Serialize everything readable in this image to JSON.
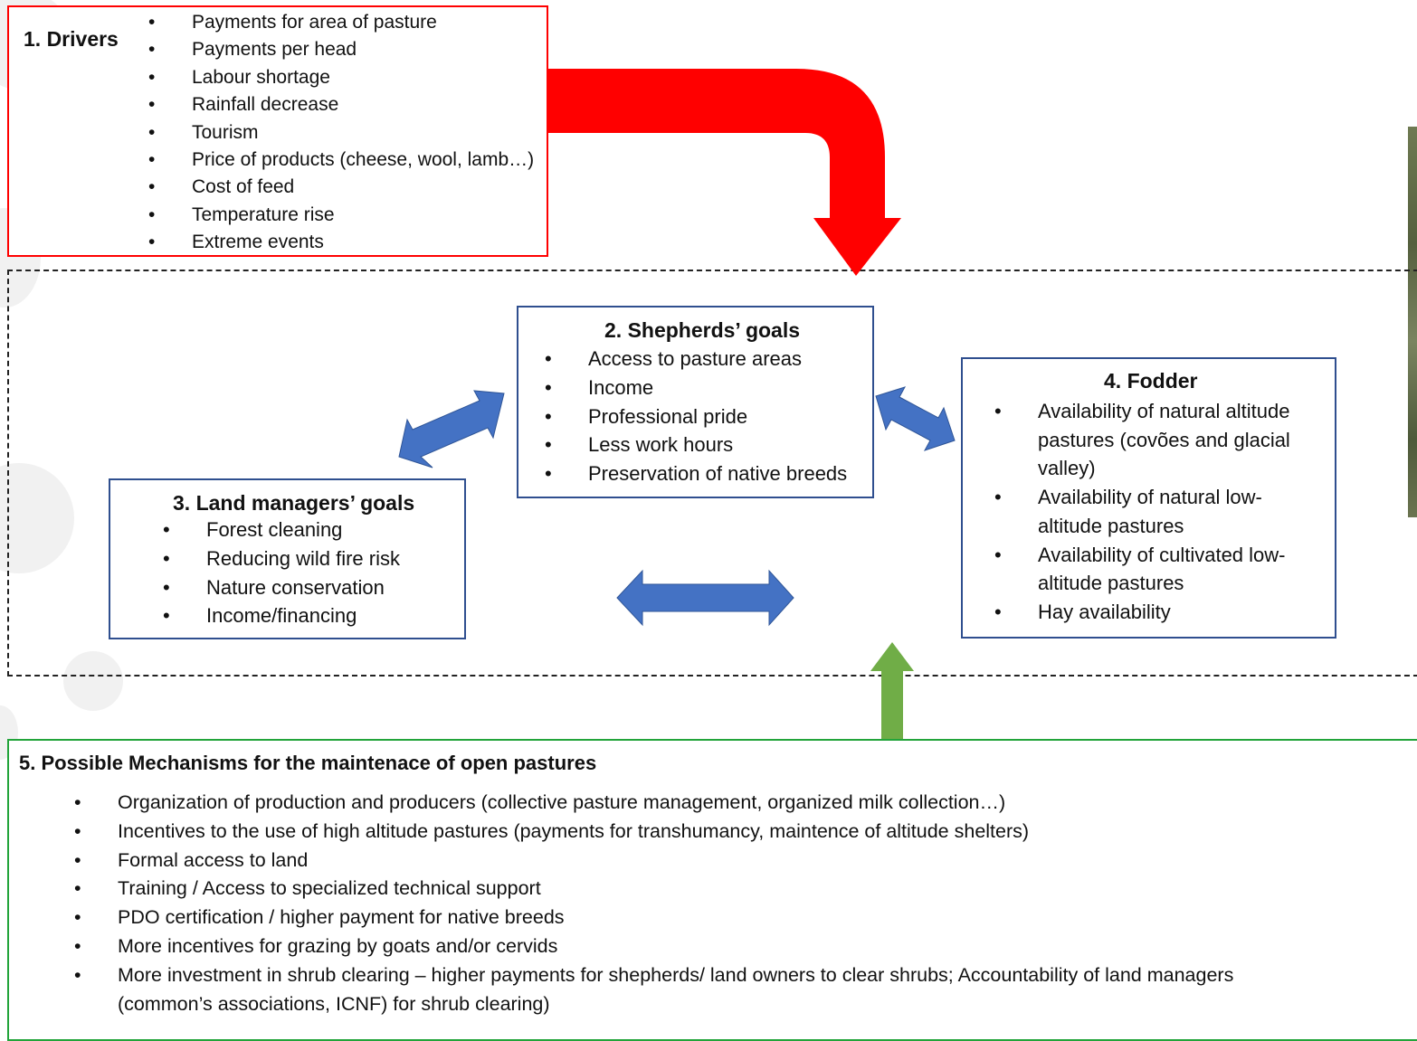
{
  "drivers": {
    "title": "1. Drivers",
    "items": [
      "Payments for area of pasture",
      "Payments per head",
      "Labour shortage",
      "Rainfall decrease",
      "Tourism",
      "Price of products (cheese, wool, lamb…)",
      "Cost of feed",
      "Temperature rise",
      "Extreme events"
    ]
  },
  "shepherds": {
    "title": "2. Shepherds’ goals",
    "items": [
      "Access to pasture areas",
      "Income",
      "Professional pride",
      "Less work hours",
      "Preservation of native breeds"
    ]
  },
  "land_managers": {
    "title": "3. Land managers’ goals",
    "items": [
      "Forest cleaning",
      "Reducing wild fire risk",
      "Nature conservation",
      "Income/financing"
    ]
  },
  "fodder": {
    "title": "4. Fodder",
    "items": [
      [
        "Availability of natural altitude",
        "pastures (covões and glacial",
        "valley)"
      ],
      [
        "Availability of natural low-",
        "altitude pastures"
      ],
      [
        "Availability of cultivated low-",
        "altitude pastures"
      ],
      [
        "Hay availability"
      ]
    ]
  },
  "mechanisms": {
    "title": "5. Possible Mechanisms for the maintenace of open pastures",
    "items": [
      [
        "Organization of production and producers (collective pasture management, organized milk collection…)"
      ],
      [
        "Incentives to the use of high altitude pastures (payments for transhumancy, maintence of altitude shelters)"
      ],
      [
        "Formal access to land"
      ],
      [
        "Training / Access to specialized technical support"
      ],
      [
        "PDO certification / higher payment for native breeds"
      ],
      [
        "More incentives for grazing by goats and/or cervids"
      ],
      [
        "More investment in shrub clearing – higher payments for shepherds/ land owners to clear shrubs; Accountability of land managers",
        "(common’s associations, ICNF) for shrub clearing)"
      ]
    ]
  },
  "colors": {
    "drivers_border": "#ff0000",
    "goal_border": "#2f4f8f",
    "mechanism_border": "#22a43a",
    "driver_arrow": "#ff0000",
    "interaction_arrow": "#4472c4",
    "mechanism_arrow": "#70ad47"
  }
}
